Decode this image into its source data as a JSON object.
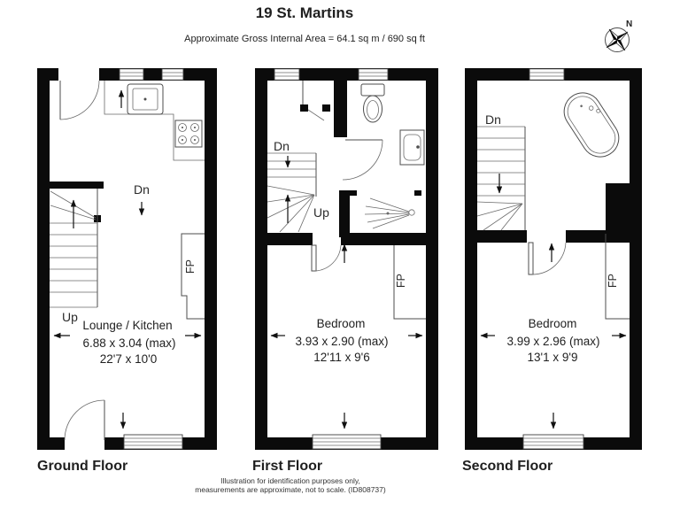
{
  "header": {
    "title": "19 St. Martins",
    "subtitle": "Approximate Gross Internal Area = 64.1 sq m / 690 sq ft"
  },
  "compass": {
    "north": "N"
  },
  "floors": [
    {
      "name": "Ground Floor",
      "room_label": "Lounge / Kitchen",
      "dim_metric": "6.88 x 3.04 (max)",
      "dim_imperial": "22'7 x 10'0",
      "up": "Up",
      "dn": "Dn",
      "fp": "FP"
    },
    {
      "name": "First Floor",
      "room_label": "Bedroom",
      "dim_metric": "3.93 x 2.90 (max)",
      "dim_imperial": "12'11 x 9'6",
      "up": "Up",
      "dn": "Dn",
      "fp": "FP"
    },
    {
      "name": "Second Floor",
      "room_label": "Bedroom",
      "dim_metric": "3.99 x 2.96 (max)",
      "dim_imperial": "13'1 x 9'9",
      "dn": "Dn",
      "fp": "FP"
    }
  ],
  "footer": {
    "line1": "Illustration for identification purposes only,",
    "line2": "measurements are approximate, not to scale. (ID808737)"
  },
  "colors": {
    "wall": "#0b0b0b",
    "fixture_line": "#4d4d4d",
    "text": "#1f1f1f",
    "background": "#ffffff"
  }
}
